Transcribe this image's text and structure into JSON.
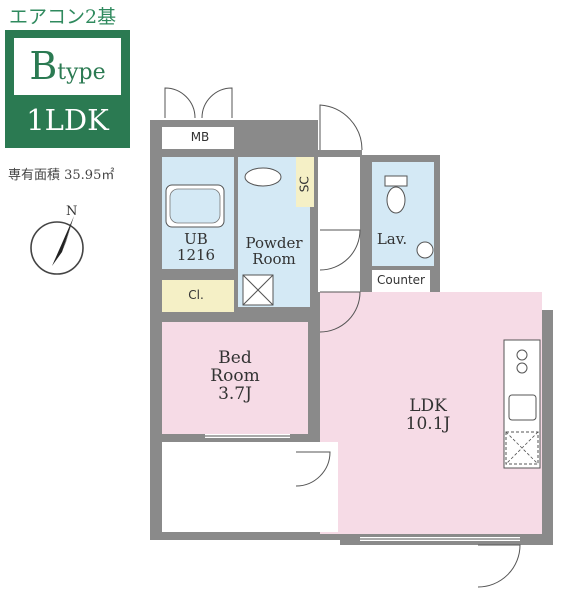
{
  "header": {
    "ac_note": "エアコン2基"
  },
  "badge": {
    "type_letter": "B",
    "type_word": "type",
    "layout": "1LDK"
  },
  "area_text": "専有面積 35.95㎡",
  "compass": {
    "north": "N"
  },
  "rooms": {
    "mb": "MB",
    "sc": "SC",
    "ub_line1": "UB",
    "ub_line2": "1216",
    "powder_line1": "Powder",
    "powder_line2": "Room",
    "lav": "Lav.",
    "counter": "Counter",
    "cl": "Cl.",
    "bed_line1": "Bed",
    "bed_line2": "Room",
    "bed_line3": "3.7J",
    "ldk_line1": "LDK",
    "ldk_line2": "10.1J"
  },
  "colors": {
    "wall": "#8a8a8a",
    "wet_area": "#d4e9f5",
    "bedroom": "#f6dbe6",
    "ldk": "#f6dbe6",
    "closet": "#f5f0c6",
    "brand_green": "#2b7a52"
  }
}
